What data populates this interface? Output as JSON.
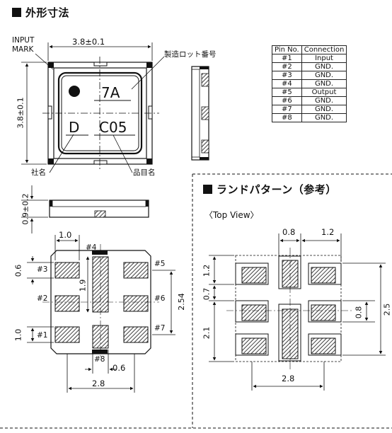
{
  "titles": {
    "outline": "外形寸法",
    "land": "ランドパターン（参考）",
    "topview": "〈Top View〉"
  },
  "labels": {
    "input_mark": "INPUT\nMARK",
    "input_mark_1": "INPUT",
    "input_mark_2": "MARK",
    "lot_number": "製造ロット番号",
    "company_name": "社名",
    "product_name": "品目名"
  },
  "marking": {
    "code": "7A",
    "maker": "D",
    "lot": "C05"
  },
  "dimensions": {
    "width": "3.8±0.1",
    "height": "3.8±0.1",
    "thickness": "0.9±0.2",
    "pad_width": "1.0",
    "pad_height_top": "0.6",
    "pad_height_bottom": "1.0",
    "center_pad_len": "1.9",
    "pad_pitch": "2.54",
    "pad_gap": "0.6",
    "bottom_width": "2.8"
  },
  "land_dimensions": {
    "col_mid": "0.8",
    "col_side": "1.2",
    "row_top": "1.2",
    "row_mid": "0.7",
    "row_bot": "2.1",
    "right_mid": "0.8",
    "right_total": "2.5",
    "bottom_width": "2.8"
  },
  "pins": {
    "p1": "#1",
    "p2": "#2",
    "p3": "#3",
    "p4": "#4",
    "p5": "#5",
    "p6": "#6",
    "p7": "#7",
    "p8": "#8"
  },
  "pin_table": {
    "headers": [
      "Pin No.",
      "Connection"
    ],
    "rows": [
      [
        "#1",
        "Input"
      ],
      [
        "#2",
        "GND."
      ],
      [
        "#3",
        "GND."
      ],
      [
        "#4",
        "GND."
      ],
      [
        "#5",
        "Output"
      ],
      [
        "#6",
        "GND."
      ],
      [
        "#7",
        "GND."
      ],
      [
        "#8",
        "GND."
      ]
    ]
  }
}
